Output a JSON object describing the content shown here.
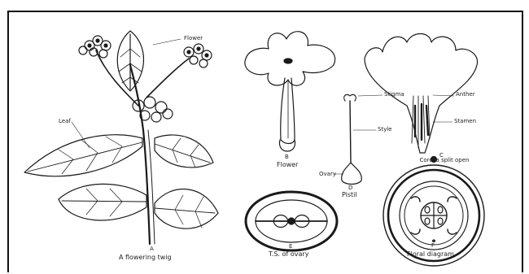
{
  "labels": {
    "flower_part": "Flower",
    "leaf": "Leaf",
    "twig_letter": "A",
    "twig_caption": "A flowering twig",
    "flower_letter": "B",
    "flower_caption": "Flower",
    "stigma": "Stigma",
    "style": "Style",
    "ovary": "Ovary",
    "pistil_letter": "D",
    "pistil_caption": "Pistil",
    "anther": "Anther",
    "stamen": "Stamen",
    "corolla_letter": "C",
    "corolla_caption": "Corolla split open",
    "ts_letter": "E",
    "ts_caption": "T.S. of ovary",
    "floral_letter": "F",
    "floral_caption": "Floral diagram"
  },
  "colors": {
    "ink": "#1a1a1a",
    "paper": "#ffffff",
    "frame": "#111111"
  }
}
